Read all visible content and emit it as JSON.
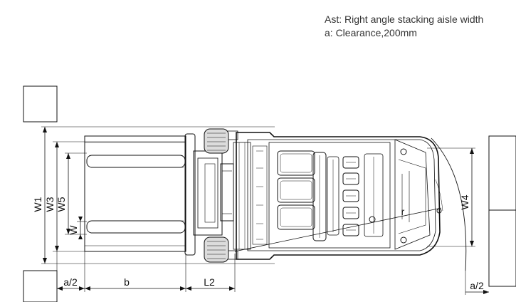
{
  "legend": {
    "ast": "Ast:  Right angle stacking aisle width",
    "clearance": "a: Clearance,200mm"
  },
  "dimensions": {
    "w1": "W1",
    "w3": "W3",
    "w5": "W5",
    "w": "W",
    "w4": "W4",
    "a_half_left": "a/2",
    "b": "b",
    "l2": "L2",
    "a_half_right": "a/2",
    "r": "r"
  }
}
